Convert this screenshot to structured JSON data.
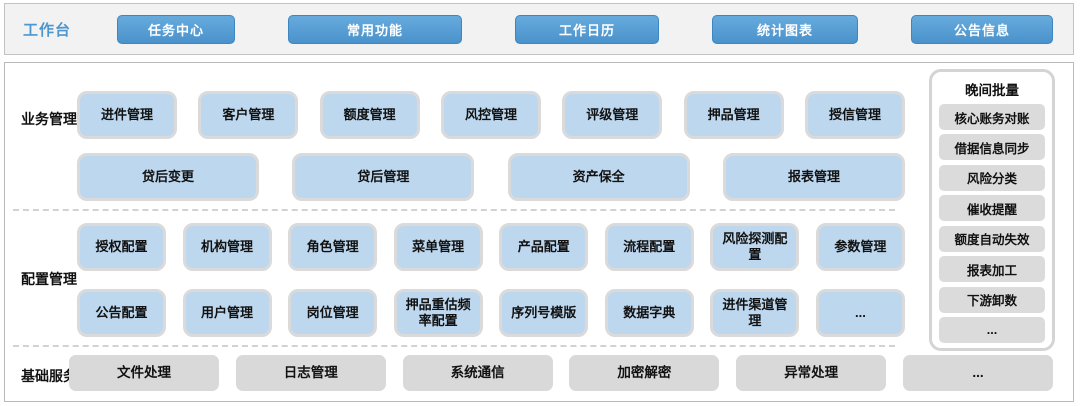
{
  "colors": {
    "button_blue_top": "#67ABDD",
    "button_blue_bottom": "#4A92CC",
    "module_light_blue": "#BDD7EE",
    "box_border_gray": "#DADADA",
    "gray_box": "#D9D9D9",
    "topbar_bg": "#F2F2F2",
    "frame_border": "#B9B9B9",
    "workbench_label_blue": "#4E96CE"
  },
  "topbar": {
    "label": "工作台",
    "buttons": [
      "任务中心",
      "常用功能",
      "工作日历",
      "统计图表",
      "公告信息"
    ]
  },
  "sections": {
    "business": {
      "label": "业务管理",
      "row1": [
        "进件管理",
        "客户管理",
        "额度管理",
        "风控管理",
        "评级管理",
        "押品管理",
        "授信管理"
      ],
      "row2": [
        "贷后变更",
        "贷后管理",
        "资产保全",
        "报表管理"
      ]
    },
    "config": {
      "label": "配置管理",
      "row1": [
        "授权配置",
        "机构管理",
        "角色管理",
        "菜单管理",
        "产品配置",
        "流程配置",
        "风险探测配置",
        "参数管理"
      ],
      "row2": [
        "公告配置",
        "用户管理",
        "岗位管理",
        "押品重估频率配置",
        "序列号模版",
        "数据字典",
        "进件渠道管理",
        "..."
      ]
    },
    "basic": {
      "label": "基础服务",
      "row": [
        "文件处理",
        "日志管理",
        "系统通信",
        "加密解密",
        "异常处理",
        "..."
      ]
    }
  },
  "night_batch": {
    "title": "晚间批量",
    "items": [
      "核心账务对账",
      "借据信息同步",
      "风险分类",
      "催收提醒",
      "额度自动失效",
      "报表加工",
      "下游卸数",
      "..."
    ]
  }
}
